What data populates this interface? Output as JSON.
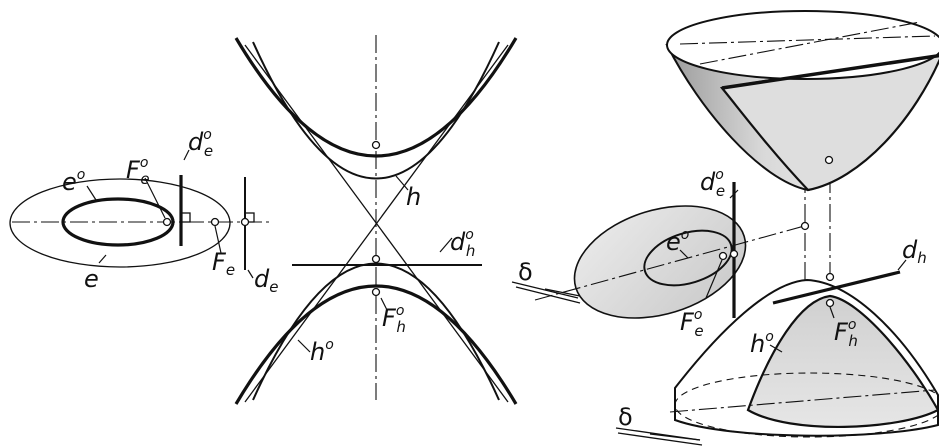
{
  "labels": {
    "left": {
      "e_deg": {
        "base": "e",
        "sup": "o"
      },
      "F_e_deg": {
        "base": "F",
        "sub": "e",
        "sup": "o"
      },
      "d_e_deg": {
        "base": "d",
        "sub": "e",
        "sup": "o"
      },
      "e": {
        "base": "e"
      },
      "F_e": {
        "base": "F",
        "sub": "e"
      },
      "d_e": {
        "base": "d",
        "sub": "e"
      }
    },
    "middle": {
      "h": {
        "base": "h"
      },
      "d_h_deg": {
        "base": "d",
        "sub": "h",
        "sup": "o"
      },
      "F_h_deg": {
        "base": "F",
        "sub": "h",
        "sup": "o"
      },
      "h_deg": {
        "base": "h",
        "sup": "o"
      }
    },
    "right": {
      "d_e_deg": {
        "base": "d",
        "sub": "e",
        "sup": "o"
      },
      "e_deg": {
        "base": "e",
        "sup": "o"
      },
      "F_e_deg": {
        "base": "F",
        "sub": "e",
        "sup": "o"
      },
      "delta_top": "δ",
      "d_h": {
        "base": "d",
        "sub": "h"
      },
      "h_deg": {
        "base": "h",
        "sup": "o"
      },
      "F_h_deg": {
        "base": "F",
        "sub": "h",
        "sup": "o"
      },
      "delta_bottom": "δ"
    }
  },
  "colors": {
    "line": "#111111",
    "surface_fill": "#d8d8d8",
    "surface_shade": "#a8a8a8",
    "background": "#ffffff"
  }
}
